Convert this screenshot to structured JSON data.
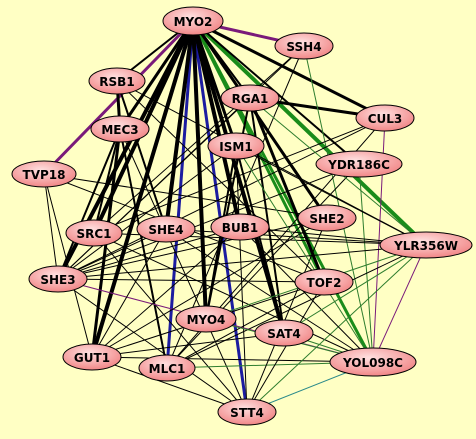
{
  "colors": {
    "background": "#ffffc4",
    "node_fill_light": "#ffe0e0",
    "node_fill_dark": "#f08080",
    "edge_black": "#000000",
    "edge_green": "#1a8c1a",
    "edge_dark_green": "#2e7d2e",
    "edge_blue": "#1c1ca0",
    "edge_purple": "#7a1a7a",
    "edge_teal": "#2a8a8a"
  },
  "nodes": [
    {
      "id": "MYO2",
      "label": "MYO2"
    },
    {
      "id": "SSH4",
      "label": "SSH4"
    },
    {
      "id": "RSB1",
      "label": "RSB1"
    },
    {
      "id": "RGA1",
      "label": "RGA1"
    },
    {
      "id": "CUL3",
      "label": "CUL3"
    },
    {
      "id": "MEC3",
      "label": "MEC3"
    },
    {
      "id": "ISM1",
      "label": "ISM1"
    },
    {
      "id": "YDR186C",
      "label": "YDR186C"
    },
    {
      "id": "TVP18",
      "label": "TVP18"
    },
    {
      "id": "SHE2",
      "label": "SHE2"
    },
    {
      "id": "SRC1",
      "label": "SRC1"
    },
    {
      "id": "SHE4",
      "label": "SHE4"
    },
    {
      "id": "BUB1",
      "label": "BUB1"
    },
    {
      "id": "YLR356W",
      "label": "YLR356W"
    },
    {
      "id": "SHE3",
      "label": "SHE3"
    },
    {
      "id": "TOF2",
      "label": "TOF2"
    },
    {
      "id": "MYO4",
      "label": "MYO4"
    },
    {
      "id": "SAT4",
      "label": "SAT4"
    },
    {
      "id": "GUT1",
      "label": "GUT1"
    },
    {
      "id": "MLC1",
      "label": "MLC1"
    },
    {
      "id": "YOL098C",
      "label": "YOL098C"
    },
    {
      "id": "STT4",
      "label": "STT4"
    }
  ],
  "edges": [
    {
      "from": "MYO2",
      "to": "STT4",
      "color": "edge_blue",
      "weight": 3
    },
    {
      "from": "MYO2",
      "to": "MLC1",
      "color": "edge_blue",
      "weight": 3
    },
    {
      "from": "MYO2",
      "to": "SSH4",
      "color": "edge_purple",
      "weight": 3
    },
    {
      "from": "MYO2",
      "to": "TVP18",
      "color": "edge_purple",
      "weight": 3
    },
    {
      "from": "MYO2",
      "to": "YLR356W",
      "color": "edge_green",
      "weight": 4
    },
    {
      "from": "MYO2",
      "to": "YOL098C",
      "color": "edge_green",
      "weight": 3
    },
    {
      "from": "MYO2",
      "to": "TOF2",
      "color": "edge_green",
      "weight": 3
    },
    {
      "from": "MYO2",
      "to": "SRC1",
      "color": "edge_black",
      "weight": 4
    },
    {
      "from": "MYO2",
      "to": "SHE3",
      "color": "edge_black",
      "weight": 4
    },
    {
      "from": "MYO2",
      "to": "GUT1",
      "color": "edge_black",
      "weight": 4
    },
    {
      "from": "MYO2",
      "to": "MYO4",
      "color": "edge_black",
      "weight": 4
    },
    {
      "from": "MYO2",
      "to": "SAT4",
      "color": "edge_black",
      "weight": 4
    },
    {
      "from": "MYO2",
      "to": "SHE4",
      "color": "edge_black",
      "weight": 4
    },
    {
      "from": "MYO2",
      "to": "BUB1",
      "color": "edge_black",
      "weight": 4
    },
    {
      "from": "MYO2",
      "to": "ISM1",
      "color": "edge_black",
      "weight": 3
    },
    {
      "from": "MYO2",
      "to": "MEC3",
      "color": "edge_black",
      "weight": 3
    },
    {
      "from": "MYO2",
      "to": "RSB1",
      "color": "edge_black",
      "weight": 2
    },
    {
      "from": "MYO2",
      "to": "RGA1",
      "color": "edge_black",
      "weight": 2
    },
    {
      "from": "MYO2",
      "to": "CUL3",
      "color": "edge_black",
      "weight": 3
    },
    {
      "from": "MYO2",
      "to": "SHE2",
      "color": "edge_black",
      "weight": 3
    },
    {
      "from": "MYO2",
      "to": "YDR186C",
      "color": "edge_black",
      "weight": 2
    },
    {
      "from": "RGA1",
      "to": "CUL3",
      "color": "edge_black",
      "weight": 3
    },
    {
      "from": "RGA1",
      "to": "TOF2",
      "color": "edge_black",
      "weight": 3
    },
    {
      "from": "RGA1",
      "to": "MYO4",
      "color": "edge_black",
      "weight": 2
    },
    {
      "from": "RGA1",
      "to": "SAT4",
      "color": "edge_black",
      "weight": 2
    },
    {
      "from": "RSB1",
      "to": "MEC3",
      "color": "edge_black",
      "weight": 3
    },
    {
      "from": "RSB1",
      "to": "SHE4",
      "color": "edge_black",
      "weight": 2
    },
    {
      "from": "MEC3",
      "to": "GUT1",
      "color": "edge_black",
      "weight": 3
    },
    {
      "from": "MEC3",
      "to": "SRC1",
      "color": "edge_black",
      "weight": 2
    },
    {
      "from": "MEC3",
      "to": "SHE3",
      "color": "edge_black",
      "weight": 2
    },
    {
      "from": "MEC3",
      "to": "MLC1",
      "color": "edge_black",
      "weight": 2
    },
    {
      "from": "MEC3",
      "to": "STT4",
      "color": "edge_black",
      "weight": 1
    },
    {
      "from": "ISM1",
      "to": "SAT4",
      "color": "edge_black",
      "weight": 2
    },
    {
      "from": "ISM1",
      "to": "MYO4",
      "color": "edge_black",
      "weight": 2
    },
    {
      "from": "ISM1",
      "to": "SHE3",
      "color": "edge_black",
      "weight": 1
    },
    {
      "from": "ISM1",
      "to": "STT4",
      "color": "edge_black",
      "weight": 1
    },
    {
      "from": "SSH4",
      "to": "SRC1",
      "color": "edge_black",
      "weight": 1
    },
    {
      "from": "SSH4",
      "to": "YOL098C",
      "color": "edge_dark_green",
      "weight": 1
    },
    {
      "from": "SSH4",
      "to": "SHE3",
      "color": "edge_black",
      "weight": 1
    },
    {
      "from": "SSH4",
      "to": "MLC1",
      "color": "edge_black",
      "weight": 1
    },
    {
      "from": "CUL3",
      "to": "SHE3",
      "color": "edge_black",
      "weight": 1
    },
    {
      "from": "CUL3",
      "to": "MLC1",
      "color": "edge_black",
      "weight": 1
    },
    {
      "from": "CUL3",
      "to": "YOL098C",
      "color": "edge_purple",
      "weight": 1
    },
    {
      "from": "CUL3",
      "to": "SRC1",
      "color": "edge_black",
      "weight": 1
    },
    {
      "from": "YDR186C",
      "to": "SHE3",
      "color": "edge_black",
      "weight": 1
    },
    {
      "from": "YDR186C",
      "to": "MLC1",
      "color": "edge_black",
      "weight": 1
    },
    {
      "from": "YDR186C",
      "to": "YOL098C",
      "color": "edge_dark_green",
      "weight": 1
    },
    {
      "from": "TVP18",
      "to": "SHE3",
      "color": "edge_black",
      "weight": 1
    },
    {
      "from": "TVP18",
      "to": "GUT1",
      "color": "edge_black",
      "weight": 1
    },
    {
      "from": "TVP18",
      "to": "TOF2",
      "color": "edge_black",
      "weight": 1
    },
    {
      "from": "TVP18",
      "to": "SHE2",
      "color": "edge_black",
      "weight": 1
    },
    {
      "from": "SRC1",
      "to": "YLR356W",
      "color": "edge_black",
      "weight": 1
    },
    {
      "from": "SRC1",
      "to": "YOL098C",
      "color": "edge_black",
      "weight": 1
    },
    {
      "from": "SRC1",
      "to": "STT4",
      "color": "edge_black",
      "weight": 1
    },
    {
      "from": "SHE3",
      "to": "YOL098C",
      "color": "edge_purple",
      "weight": 1
    },
    {
      "from": "SHE3",
      "to": "TOF2",
      "color": "edge_black",
      "weight": 1
    },
    {
      "from": "SHE3",
      "to": "STT4",
      "color": "edge_black",
      "weight": 1
    },
    {
      "from": "GUT1",
      "to": "YOL098C",
      "color": "edge_black",
      "weight": 1
    },
    {
      "from": "GUT1",
      "to": "STT4",
      "color": "edge_black",
      "weight": 1
    },
    {
      "from": "GUT1",
      "to": "SAT4",
      "color": "edge_black",
      "weight": 1
    },
    {
      "from": "MLC1",
      "to": "YOL098C",
      "color": "edge_dark_green",
      "weight": 1
    },
    {
      "from": "MLC1",
      "to": "YLR356W",
      "color": "edge_black",
      "weight": 1
    },
    {
      "from": "STT4",
      "to": "YOL098C",
      "color": "edge_teal",
      "weight": 1
    },
    {
      "from": "STT4",
      "to": "YLR356W",
      "color": "edge_dark_green",
      "weight": 1
    },
    {
      "from": "STT4",
      "to": "TOF2",
      "color": "edge_black",
      "weight": 1
    },
    {
      "from": "STT4",
      "to": "SHE2",
      "color": "edge_black",
      "weight": 1
    },
    {
      "from": "YLR356W",
      "to": "YOL098C",
      "color": "edge_purple",
      "weight": 1
    },
    {
      "from": "YLR356W",
      "to": "SHE3",
      "color": "edge_black",
      "weight": 1
    },
    {
      "from": "SHE4",
      "to": "YLR356W",
      "color": "edge_black",
      "weight": 1
    },
    {
      "from": "SHE4",
      "to": "YOL098C",
      "color": "edge_black",
      "weight": 1
    },
    {
      "from": "SHE4",
      "to": "SHE3",
      "color": "edge_black",
      "weight": 1
    },
    {
      "from": "SHE4",
      "to": "GUT1",
      "color": "edge_black",
      "weight": 1
    },
    {
      "from": "BUB1",
      "to": "SHE3",
      "color": "edge_black",
      "weight": 1
    },
    {
      "from": "BUB1",
      "to": "GUT1",
      "color": "edge_black",
      "weight": 1
    },
    {
      "from": "BUB1",
      "to": "YOL098C",
      "color": "edge_black",
      "weight": 1
    },
    {
      "from": "BUB1",
      "to": "YLR356W",
      "color": "edge_black",
      "weight": 1
    },
    {
      "from": "SHE2",
      "to": "SHE3",
      "color": "edge_black",
      "weight": 1
    },
    {
      "from": "SHE2",
      "to": "GUT1",
      "color": "edge_black",
      "weight": 1
    },
    {
      "from": "TOF2",
      "to": "MLC1",
      "color": "edge_black",
      "weight": 1
    },
    {
      "from": "TOF2",
      "to": "GUT1",
      "color": "edge_black",
      "weight": 1
    },
    {
      "from": "MYO4",
      "to": "YOL098C",
      "color": "edge_dark_green",
      "weight": 1
    },
    {
      "from": "MYO4",
      "to": "YLR356W",
      "color": "edge_dark_green",
      "weight": 1
    },
    {
      "from": "SAT4",
      "to": "YLR356W",
      "color": "edge_dark_green",
      "weight": 1
    },
    {
      "from": "SAT4",
      "to": "YOL098C",
      "color": "edge_dark_green",
      "weight": 1
    },
    {
      "from": "RSB1",
      "to": "YLR356W",
      "color": "edge_black",
      "weight": 1
    },
    {
      "from": "RSB1",
      "to": "TOF2",
      "color": "edge_black",
      "weight": 1
    },
    {
      "from": "RGA1",
      "to": "SHE3",
      "color": "edge_black",
      "weight": 1
    },
    {
      "from": "RGA1",
      "to": "YLR356W",
      "color": "edge_dark_green",
      "weight": 1
    },
    {
      "from": "ISM1",
      "to": "YLR356W",
      "color": "edge_black",
      "weight": 1
    },
    {
      "from": "ISM1",
      "to": "YOL098C",
      "color": "edge_dark_green",
      "weight": 1
    }
  ]
}
